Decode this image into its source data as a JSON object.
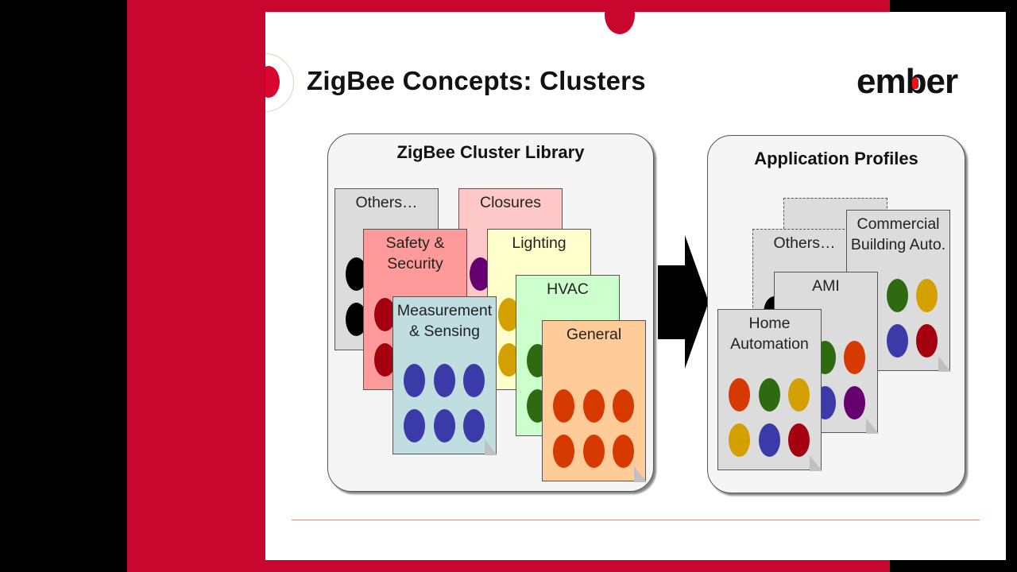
{
  "slide": {
    "title": "ZigBee Concepts: Clusters",
    "logo": {
      "before": "em",
      "mid": "b",
      "after": "er"
    },
    "brand_color": "#c8062e"
  },
  "library": {
    "title": "ZigBee Cluster Library",
    "cards": [
      {
        "label": "Others…",
        "color": "#dcdcdc",
        "dot_colors": [
          "#000000",
          "#000000"
        ]
      },
      {
        "label": "Closures",
        "color": "#ffc8c8",
        "dot_colors": [
          "#66006e"
        ]
      },
      {
        "label": "Safety & Security",
        "color": "#ff9a9a",
        "dot_colors": [
          "#a50010",
          "#a50010"
        ]
      },
      {
        "label": "Lighting",
        "color": "#ffffcc",
        "dot_colors": [
          "#d4a000",
          "#d4a000"
        ]
      },
      {
        "label": "HVAC",
        "color": "#ccffcc",
        "dot_colors": [
          "#2e6b10",
          "#2e6b10"
        ]
      },
      {
        "label": "Measurement & Sensing",
        "color": "#c0dde0",
        "dot_colors": [
          "#3a3aa8",
          "#3a3aa8",
          "#3a3aa8",
          "#3a3aa8",
          "#3a3aa8",
          "#3a3aa8"
        ]
      },
      {
        "label": "General",
        "color": "#ffcc99",
        "dot_colors": [
          "#d63a00",
          "#d63a00",
          "#d63a00",
          "#d63a00",
          "#d63a00",
          "#d63a00"
        ]
      }
    ]
  },
  "profiles": {
    "title": "Application Profiles",
    "cards": [
      {
        "label": "Others…",
        "style": "dashed",
        "color": "#dcdcdc"
      },
      {
        "label": "Commercial Building Auto.",
        "color": "#dcdcdc",
        "dot_colors": [
          "#2e6b10",
          "#d4a000",
          "#3a3aa8",
          "#a50010"
        ]
      },
      {
        "label": "AMI",
        "color": "#dcdcdc",
        "dot_colors": [
          "#2e6b10",
          "#d63a00",
          "#3a3aa8",
          "#66006e"
        ]
      },
      {
        "label": "Home Automation",
        "color": "#dcdcdc",
        "dot_colors": [
          "#d63a00",
          "#2e6b10",
          "#d4a000",
          "#d4a000",
          "#3a3aa8",
          "#a50010"
        ]
      }
    ]
  }
}
